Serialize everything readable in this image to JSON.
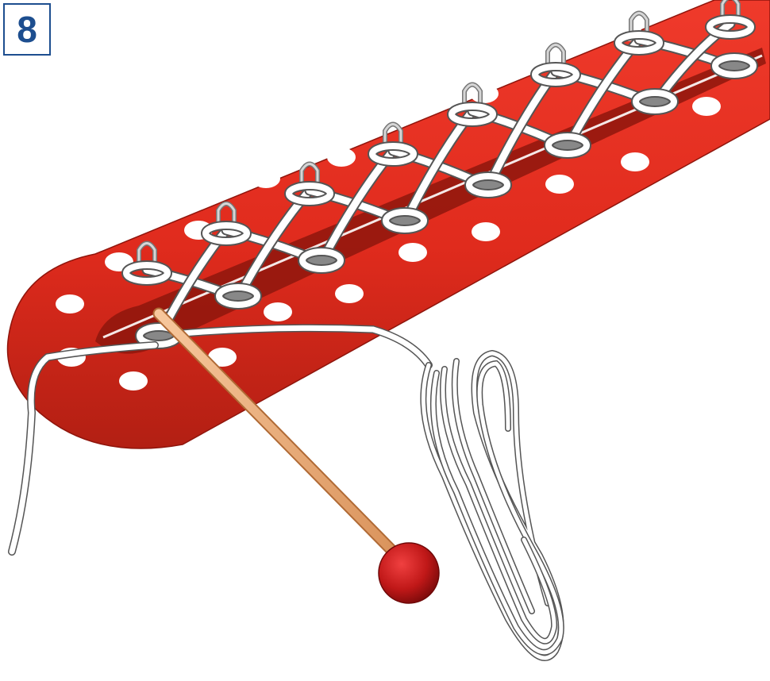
{
  "step": {
    "number": "8"
  },
  "colors": {
    "badge": "#1d4e8f",
    "loom": "#e02b1d",
    "loom_shadow": "#9e1a10",
    "peg_hole": "#ffffff",
    "yarn": "#ffffff",
    "yarn_outline": "#555555",
    "hook_stick": "#f0b07c",
    "hook_ball": "#c01818",
    "peg_metal": "#a8a8a8"
  },
  "illustration": {
    "loom_shape": "long rounded bar with two rows of holes",
    "loops_per_row": 8,
    "tool": "knitting-hook-icon",
    "yarn_ball": "coiled-yarn-icon"
  }
}
